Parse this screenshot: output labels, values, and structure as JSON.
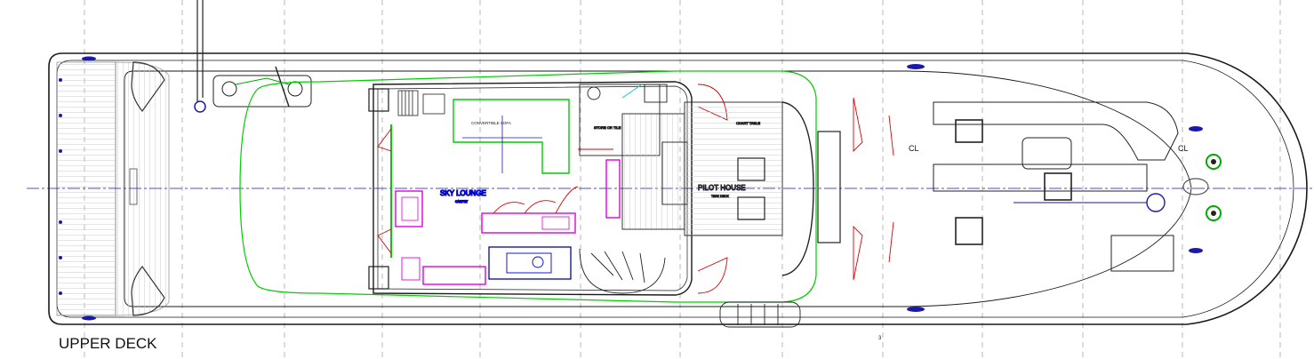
{
  "drawing": {
    "title": "UPPER DECK",
    "sheet_number": "3"
  },
  "labels": {
    "sky_lounge": "SKY LOUNGE",
    "sky_lounge_floor": "CARPET",
    "pilot_house": "PILOT HOUSE",
    "pilot_house_floor": "TEAK DECK",
    "convertible_sofa": "CONVERTIBLE SOFA",
    "storage": "STORE OR TILE",
    "chart_table": "CHART TABLE",
    "centerline_aft": "CL",
    "centerline_fwd": "CL"
  },
  "colors": {
    "outline": "#1a1a1a",
    "interior_line": "#00cc00",
    "furniture": "#e000e0",
    "door_swing": "#e00000",
    "centerline": "#1a1aa8",
    "equipment": "#0000cc",
    "grid": "#9a9a9a"
  }
}
